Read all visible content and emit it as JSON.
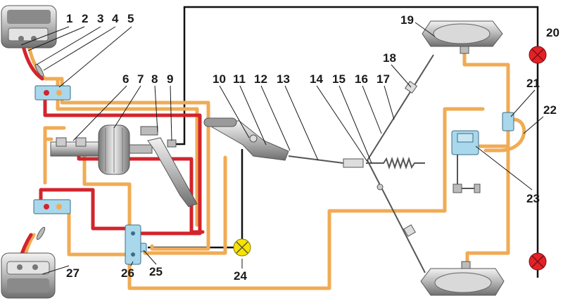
{
  "colors": {
    "pipe_orange": "#f0ab54",
    "pipe_red": "#d3242c",
    "lamp_red": "#e32227",
    "lamp_yellow": "#f7e300",
    "fitting_blue": "#a9d7ec",
    "wire": "#111111"
  },
  "callouts": {
    "c1": "1",
    "c2": "2",
    "c3": "3",
    "c4": "4",
    "c5": "5",
    "c6": "6",
    "c7": "7",
    "c8": "8",
    "c9": "9",
    "c10": "10",
    "c11": "11",
    "c12": "12",
    "c13": "13",
    "c14": "14",
    "c15": "15",
    "c16": "16",
    "c17": "17",
    "c18": "18",
    "c19": "19",
    "c20": "20",
    "c21": "21",
    "c22": "22",
    "c23": "23",
    "c24": "24",
    "c25": "25",
    "c26": "26",
    "c27": "27"
  }
}
